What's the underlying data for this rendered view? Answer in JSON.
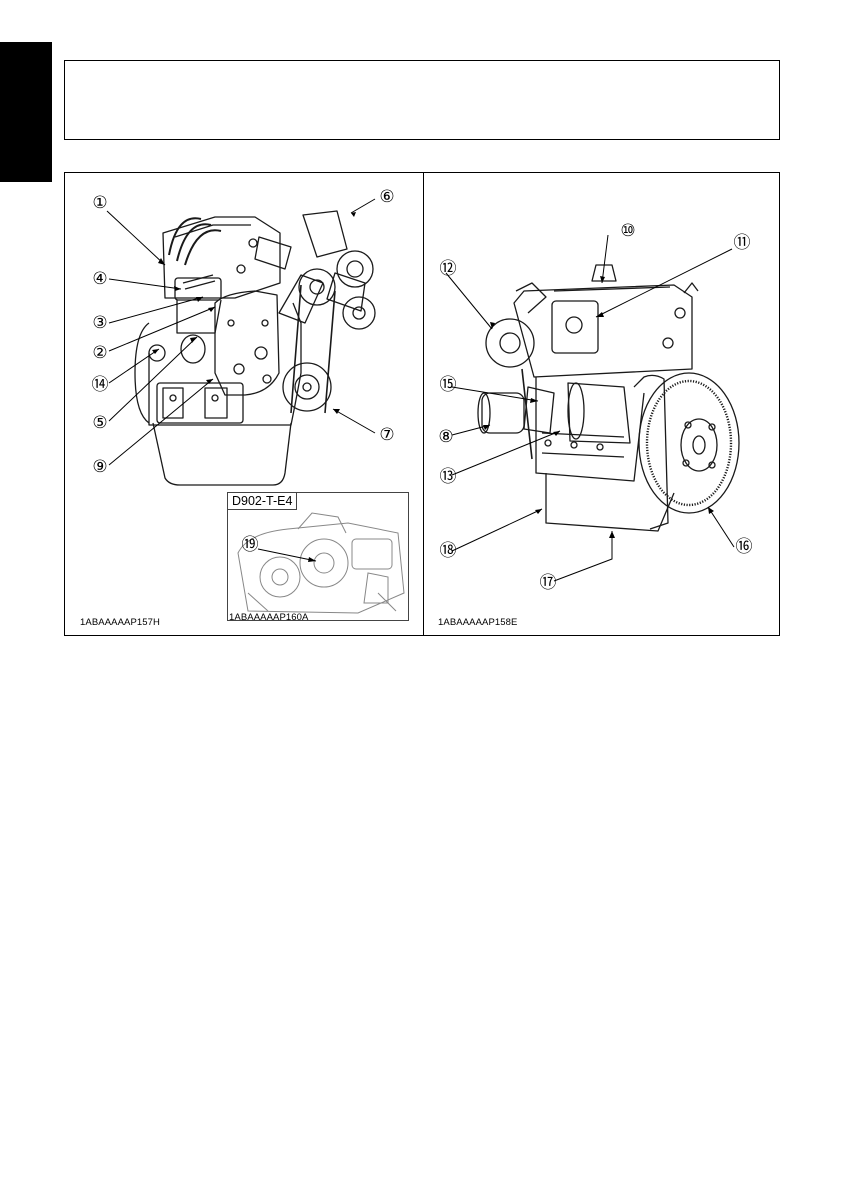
{
  "page": {
    "header_box_text": ""
  },
  "figure": {
    "left_panel": {
      "image_code": "1ABAAAAAP157H",
      "callouts": [
        "①",
        "②",
        "③",
        "④",
        "⑤",
        "⑥",
        "⑦",
        "⑨",
        "⑭"
      ]
    },
    "inset": {
      "model_label": "D902-T-E4",
      "image_code": "1ABAAAAAP160A",
      "callouts": [
        "⑲"
      ]
    },
    "right_panel": {
      "image_code": "1ABAAAAAP158E",
      "callouts": [
        "⑧",
        "⑩",
        "⑪",
        "⑫",
        "⑬",
        "⑮",
        "⑯",
        "⑰",
        "⑱"
      ]
    }
  },
  "colors": {
    "ink": "#000000",
    "paper": "#ffffff",
    "line_art": "#1a1a1a",
    "inset_shade": "#888888"
  }
}
